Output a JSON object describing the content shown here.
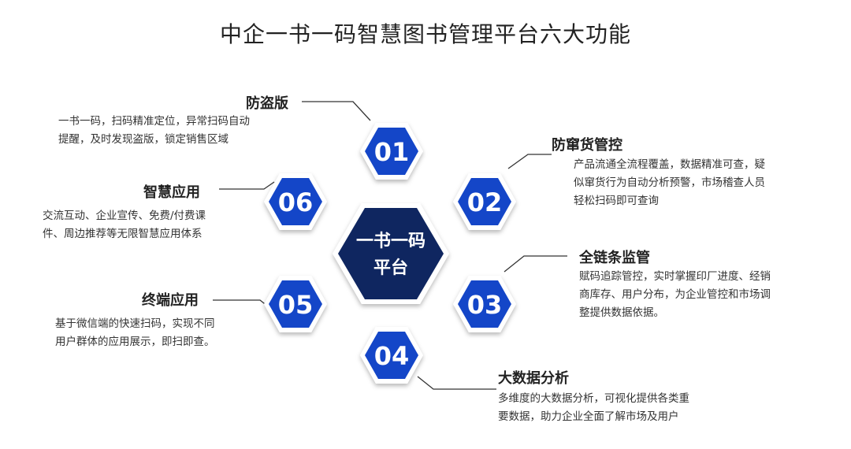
{
  "title": "中企一书一码智慧图书管理平台六大功能",
  "center": {
    "line1": "一书一码",
    "line2": "平台"
  },
  "colors": {
    "hex_blue": "#1446c8",
    "center_navy": "#0f2660",
    "line": "#333333"
  },
  "features": [
    {
      "number": "01",
      "title": "防盗版",
      "desc_lines": [
        "一书一码，扫码精准定位，异常扫码自动",
        "提醒，及时发现盗版，锁定销售区域"
      ]
    },
    {
      "number": "02",
      "title": "防窜货管控",
      "desc_lines": [
        "产品流通全流程覆盖，数据精准可查，疑",
        "似窜货行为自动分析预警，市场稽查人员",
        "轻松扫码即可查询"
      ]
    },
    {
      "number": "03",
      "title": "全链条监管",
      "desc_lines": [
        "赋码追踪管控，实时掌握印厂进度、经销",
        "商库存、用户分布，为企业管控和市场调",
        "整提供数据依据。"
      ]
    },
    {
      "number": "04",
      "title": "大数据分析",
      "desc_lines": [
        "多维度的大数据分析，可视化提供各类重",
        "要数据，助力企业全面了解市场及用户"
      ]
    },
    {
      "number": "05",
      "title": "终端应用",
      "desc_lines": [
        "基于微信端的快速扫码，实现不同",
        "用户群体的应用展示，即扫即查。"
      ]
    },
    {
      "number": "06",
      "title": "智慧应用",
      "desc_lines": [
        "交流互动、企业宣传、免费/付费课",
        "件、周边推荐等无限智慧应用体系"
      ]
    }
  ]
}
